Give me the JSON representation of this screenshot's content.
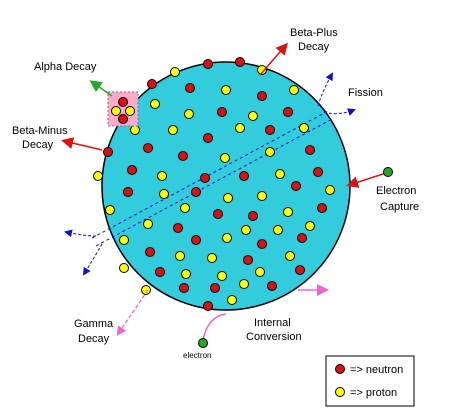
{
  "labels": {
    "alpha_decay": "Alpha Decay",
    "beta_plus_1": "Beta-Plus",
    "beta_plus_2": "Decay",
    "fission": "Fission",
    "beta_minus_1": "Beta-Minus",
    "beta_minus_2": "Decay",
    "electron_capture_1": "Electron",
    "electron_capture_2": "Capture",
    "gamma_1": "Gamma",
    "gamma_2": "Decay",
    "internal_1": "Internal",
    "internal_2": "Conversion",
    "electron": "electron"
  },
  "legend": {
    "neutron": "=> neutron",
    "proton": "=> proton"
  },
  "colors": {
    "nucleus_fill": "#33ccdd",
    "neutron": "#dd1111",
    "proton": "#ffff00",
    "electron": "#22aa22",
    "red_arrow": "#dd1111",
    "green_arrow": "#22aa22",
    "blue_arrow": "#1111cc",
    "pink_arrow": "#ee66cc",
    "alpha_box": "#ffaacc"
  }
}
